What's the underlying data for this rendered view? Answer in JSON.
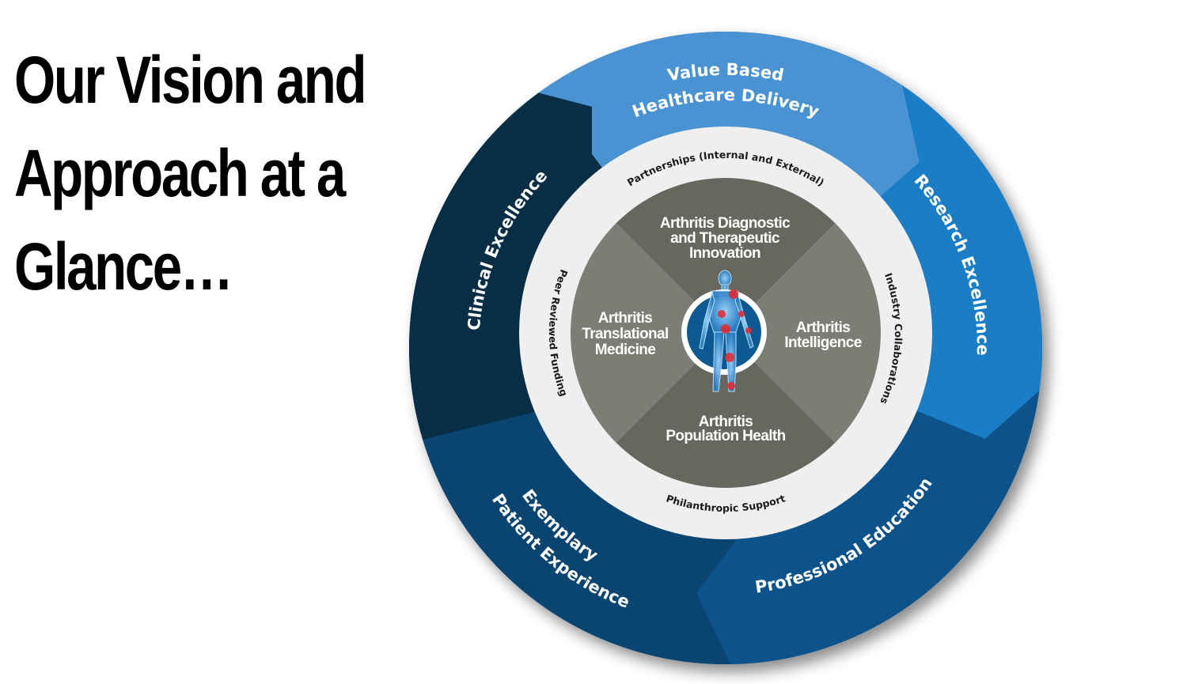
{
  "title": {
    "lines": [
      "Our Vision and",
      "Approach at a",
      "Glance…"
    ]
  },
  "outer_segments": {
    "value_based": {
      "line1": "Value Based",
      "line2": "Healthcare Delivery",
      "color": "#4a93d2"
    },
    "research": {
      "label": "Research Excellence",
      "color": "#1a7ec6"
    },
    "professional": {
      "label": "Professional Education",
      "color": "#0d538b"
    },
    "exemplary": {
      "line1": "Exemplary",
      "line2": "Patient Experience",
      "color": "#0a4470"
    },
    "clinical": {
      "label": "Clinical Excellence",
      "color": "#072e45"
    }
  },
  "ring": {
    "color": "#efefef",
    "top": "Partnerships (Internal and External)",
    "right": "Industry Collaborations",
    "bottom": "Philanthropic Support",
    "left": "Peer Reviewed Funding"
  },
  "quadrants": {
    "dark_color": "#67665f",
    "light_color": "#7e7d75",
    "top": [
      "Arthritis Diagnostic",
      "and Therapeutic",
      "Innovation"
    ],
    "left": [
      "Arthritis",
      "Translational",
      "Medicine"
    ],
    "right": [
      "Arthritis",
      "Intelligence"
    ],
    "bottom": [
      "Arthritis",
      "Population Health"
    ]
  },
  "center": {
    "icon": "human-skeleton-joints-icon",
    "color": "#0d5a93",
    "highlight": "#e8262a"
  }
}
